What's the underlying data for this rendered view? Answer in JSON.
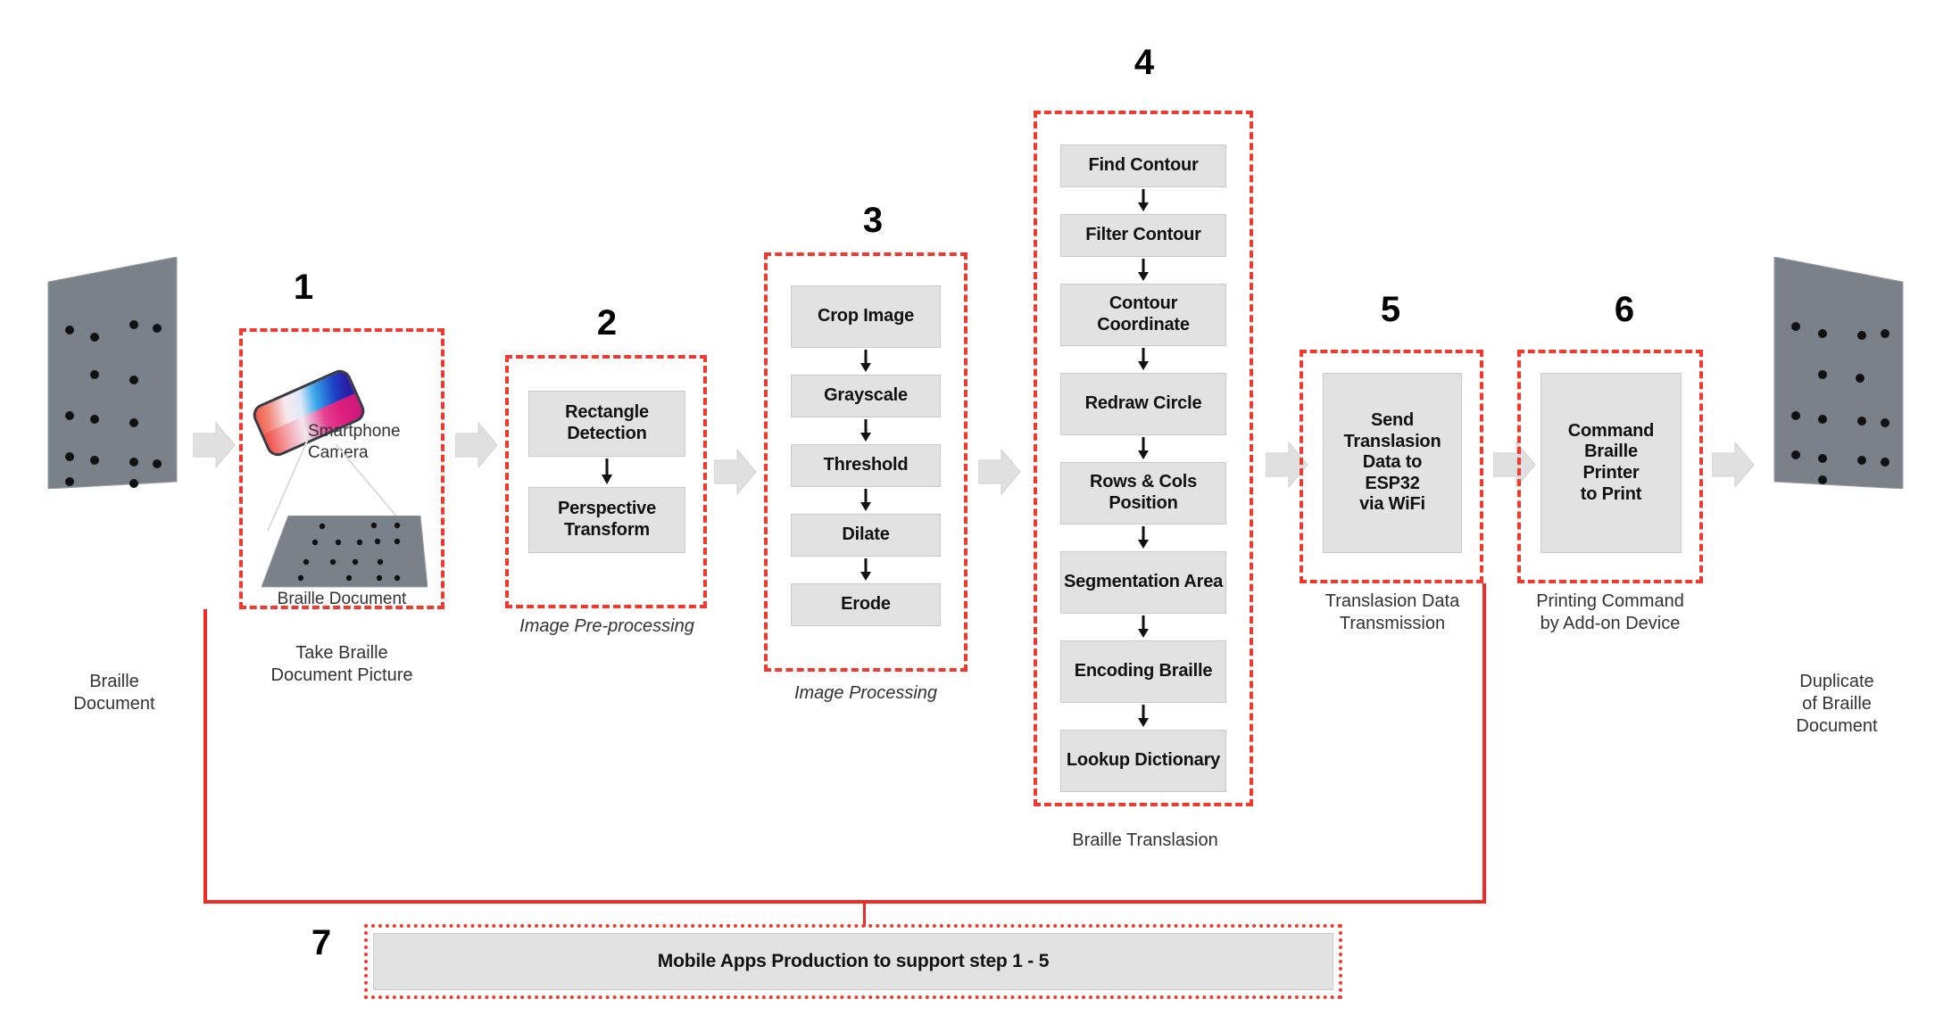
{
  "diagram": {
    "title": "Braille document duplication pipeline",
    "accent_color": "#f03a2e",
    "box_fill": "#e2e2e2",
    "sheet_fill": "#7b8188"
  },
  "source": {
    "label_line1": "Braille",
    "label_line2": "Document"
  },
  "output": {
    "label_line1": "Duplicate",
    "label_line2": "of Braille",
    "label_line3": "Document"
  },
  "steps": [
    {
      "number": "1",
      "caption_line1": "Take Braille",
      "caption_line2": "Document Picture",
      "inner_labels": {
        "phone_line1": "Smartphone",
        "phone_line2": "Camera",
        "document": "Braille Document"
      }
    },
    {
      "number": "2",
      "caption": "Image Pre-processing",
      "boxes": [
        "Rectangle Detection",
        "Perspective Transform"
      ]
    },
    {
      "number": "3",
      "caption": "Image Processing",
      "boxes": [
        "Crop Image",
        "Grayscale",
        "Threshold",
        "Dilate",
        "Erode"
      ]
    },
    {
      "number": "4",
      "caption": "Braille Translasion",
      "boxes": [
        "Find Contour",
        "Filter Contour",
        "Contour Coordinate",
        "Redraw Circle",
        "Rows & Cols Position",
        "Segmentation Area",
        "Encoding Braille",
        "Lookup Dictionary"
      ]
    },
    {
      "number": "5",
      "caption_line1": "Translasion Data",
      "caption_line2": "Transmission",
      "box_lines": [
        "Send",
        "Translasion",
        "Data to",
        "ESP32",
        "via WiFi"
      ]
    },
    {
      "number": "6",
      "caption_line1": "Printing Command",
      "caption_line2": "by Add-on Device",
      "box_lines": [
        "Command",
        "Braille",
        "Printer",
        "to Print"
      ]
    },
    {
      "number": "7",
      "bar_label": "Mobile Apps Production to support step 1 - 5"
    }
  ]
}
